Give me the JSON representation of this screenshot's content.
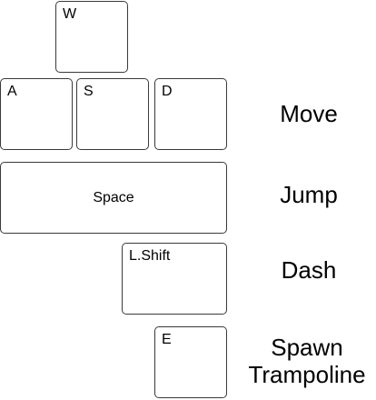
{
  "keys": {
    "w": "W",
    "a": "A",
    "s": "S",
    "d": "D",
    "space": "Space",
    "lshift": "L.Shift",
    "e": "E"
  },
  "actions": {
    "move": "Move",
    "jump": "Jump",
    "dash": "Dash",
    "spawn_trampoline_line1": "Spawn",
    "spawn_trampoline_line2": "Trampoline"
  }
}
